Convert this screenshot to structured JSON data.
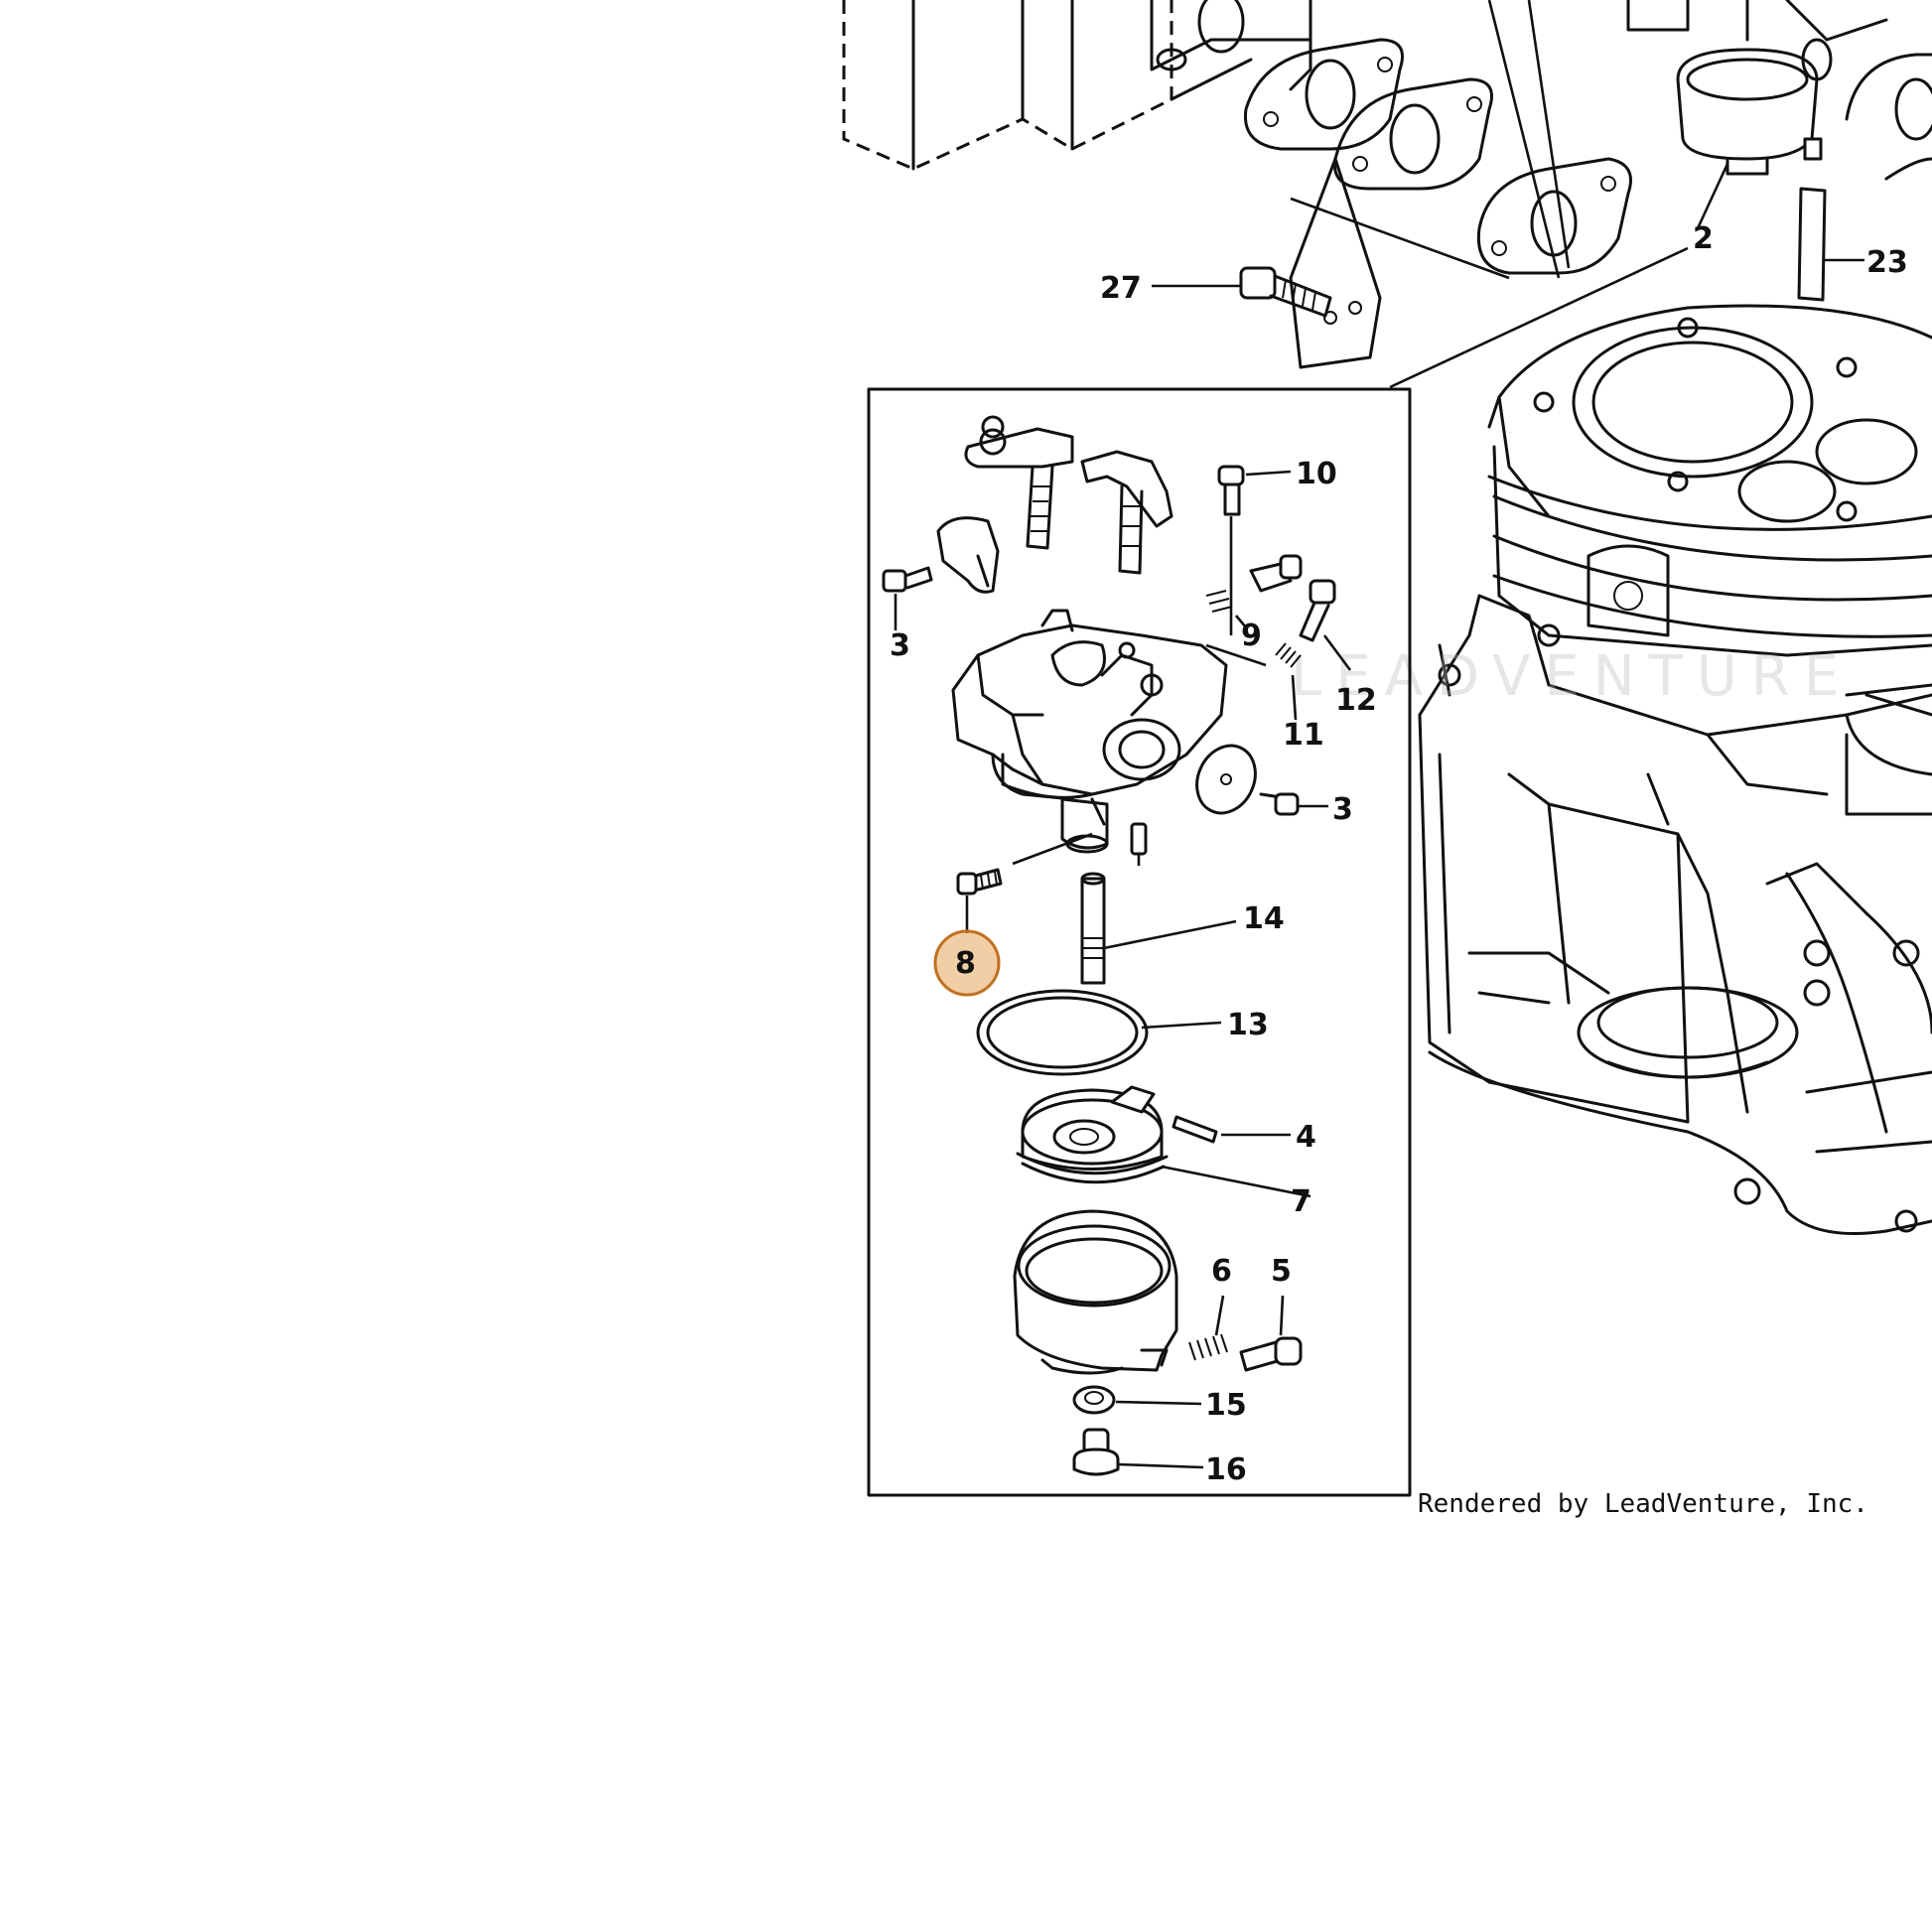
{
  "diagram": {
    "callouts": {
      "c27": "27",
      "c2": "2",
      "c23": "23",
      "c10": "10",
      "c3a": "3",
      "c9": "9",
      "c12": "12",
      "c11": "11",
      "c3b": "3",
      "c8": "8",
      "c14": "14",
      "c13": "13",
      "c4": "4",
      "c7": "7",
      "c6": "6",
      "c5": "5",
      "c15": "15",
      "c16": "16"
    },
    "highlighted_callout": "8",
    "highlight_color": "#e8a65c",
    "watermark": "LEADVENTURE"
  },
  "footer": {
    "credit": "Rendered by LeadVenture, Inc."
  }
}
